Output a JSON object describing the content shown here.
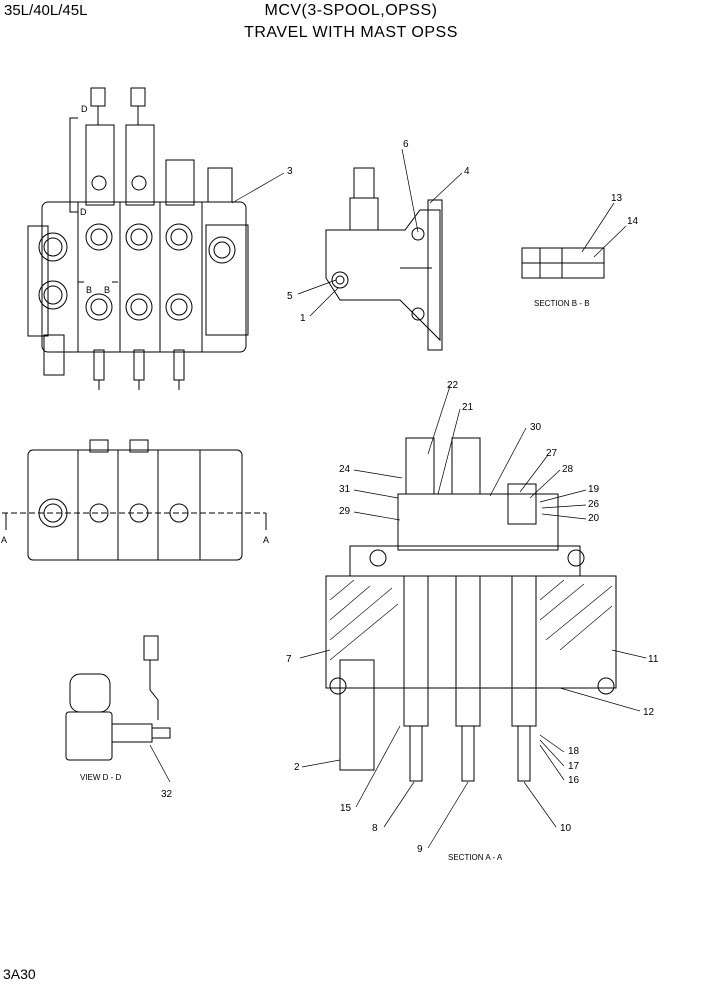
{
  "header": {
    "model": "35L/40L/45L",
    "title_line1": "MCV(3-SPOOL,OPSS)",
    "title_line2": "TRAVEL WITH MAST OPSS"
  },
  "footer": {
    "page_code": "3A30"
  },
  "captions": {
    "section_bb": "SECTION B - B",
    "view_dd": "VIEW D - D",
    "section_aa": "SECTION A - A"
  },
  "section_marks": {
    "a": "A",
    "b": "B",
    "d": "D"
  },
  "callouts": [
    "1",
    "2",
    "3",
    "4",
    "5",
    "6",
    "7",
    "8",
    "9",
    "10",
    "11",
    "12",
    "13",
    "14",
    "15",
    "16",
    "17",
    "18",
    "19",
    "20",
    "21",
    "22",
    "24",
    "26",
    "27",
    "28",
    "29",
    "30",
    "31",
    "32"
  ]
}
